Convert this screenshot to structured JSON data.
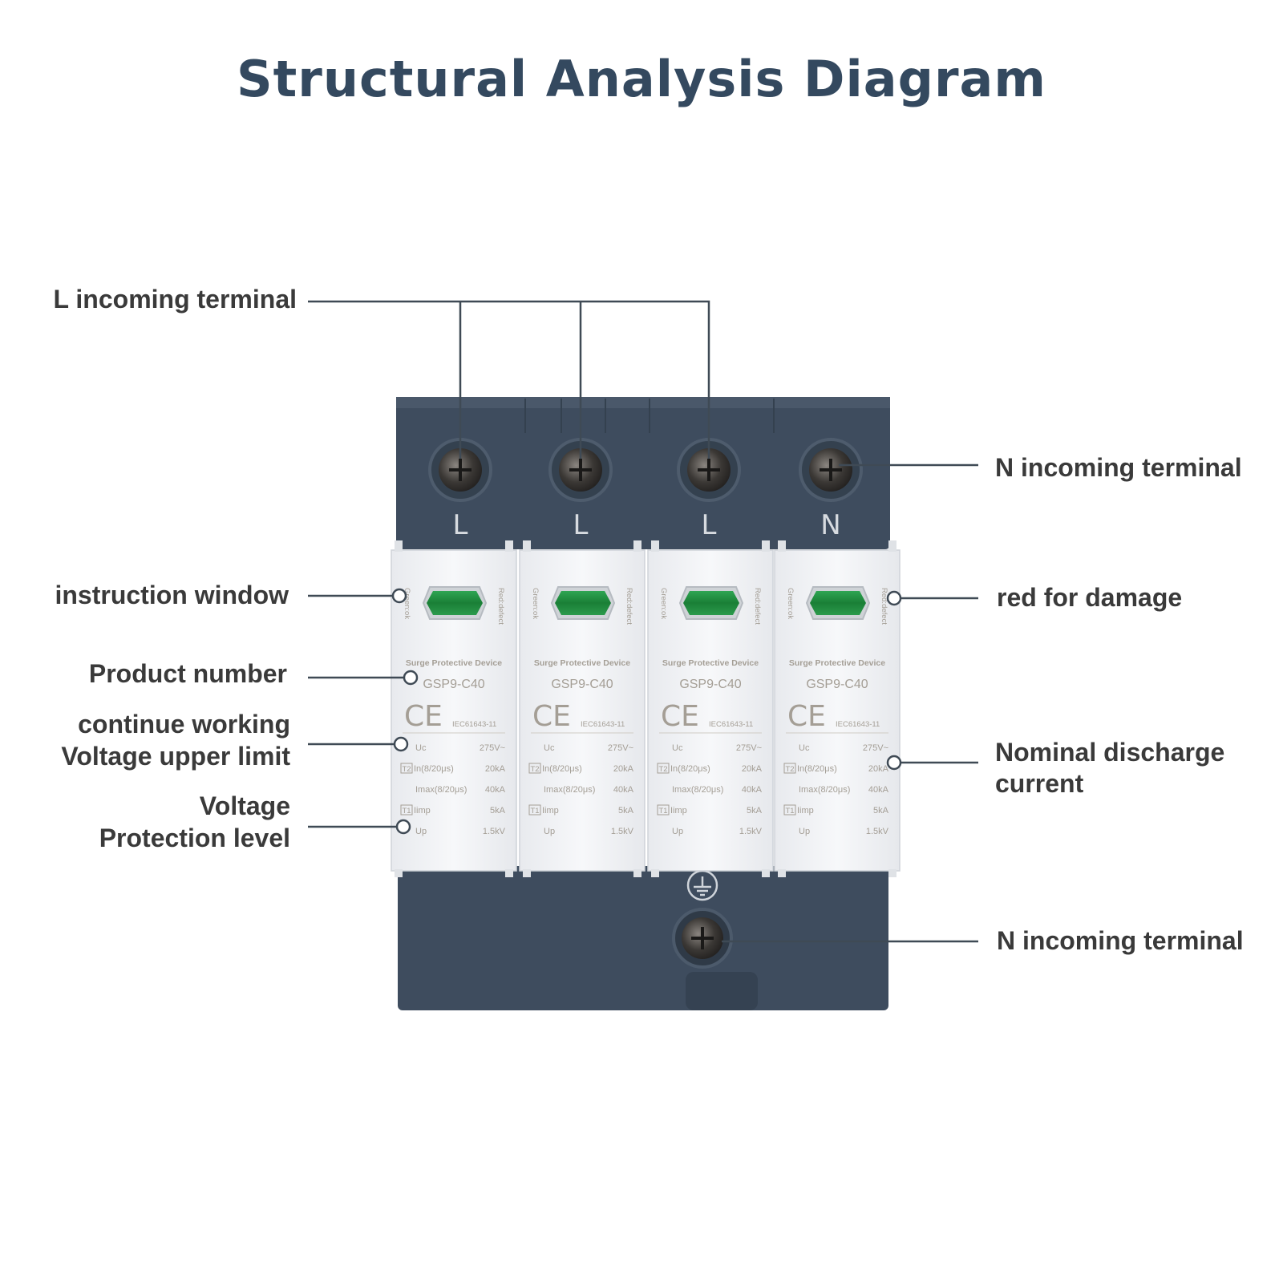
{
  "title": "Structural Analysis Diagram",
  "callouts": {
    "l_incoming": "L incoming terminal",
    "n_incoming_top": "N incoming terminal",
    "instruction_window": "instruction window",
    "red_for_damage": "red for damage",
    "product_number": "Product number",
    "continuous_voltage_line1": "continue working",
    "continuous_voltage_line2": "Voltage upper limit",
    "nominal_discharge_line1": "Nominal discharge",
    "nominal_discharge_line2": "current",
    "voltage_protection_line1": "Voltage",
    "voltage_protection_line2": "Protection level",
    "n_incoming_bottom": "N incoming terminal"
  },
  "terminal_letters": [
    "L",
    "L",
    "L",
    "N"
  ],
  "module": {
    "green_label": "Green:ok",
    "red_label": "Red:defect",
    "brand": "Surge Protective Device",
    "model": "GSP9-C40",
    "ce_mark": "CE",
    "standard": "IEC61643-11",
    "specs": [
      {
        "badge": "",
        "name": "Uc",
        "value": "275V~"
      },
      {
        "badge": "T2",
        "name": "In(8/20μs)",
        "value": "20kA"
      },
      {
        "badge": "",
        "name": "Imax(8/20μs)",
        "value": "40kA"
      },
      {
        "badge": "T1",
        "name": "Iimp",
        "value": "5kA"
      },
      {
        "badge": "",
        "name": "Up",
        "value": "1.5kV"
      }
    ]
  },
  "colors": {
    "title": "#34495f",
    "housing": "#3e4c5e",
    "module_face": "#f2f3f5",
    "indicator_green": "#1f8a3c",
    "label_text": "#3a3a3a"
  },
  "icons": {
    "terminal_screw": "screw-icon",
    "ground": "ground-icon"
  }
}
